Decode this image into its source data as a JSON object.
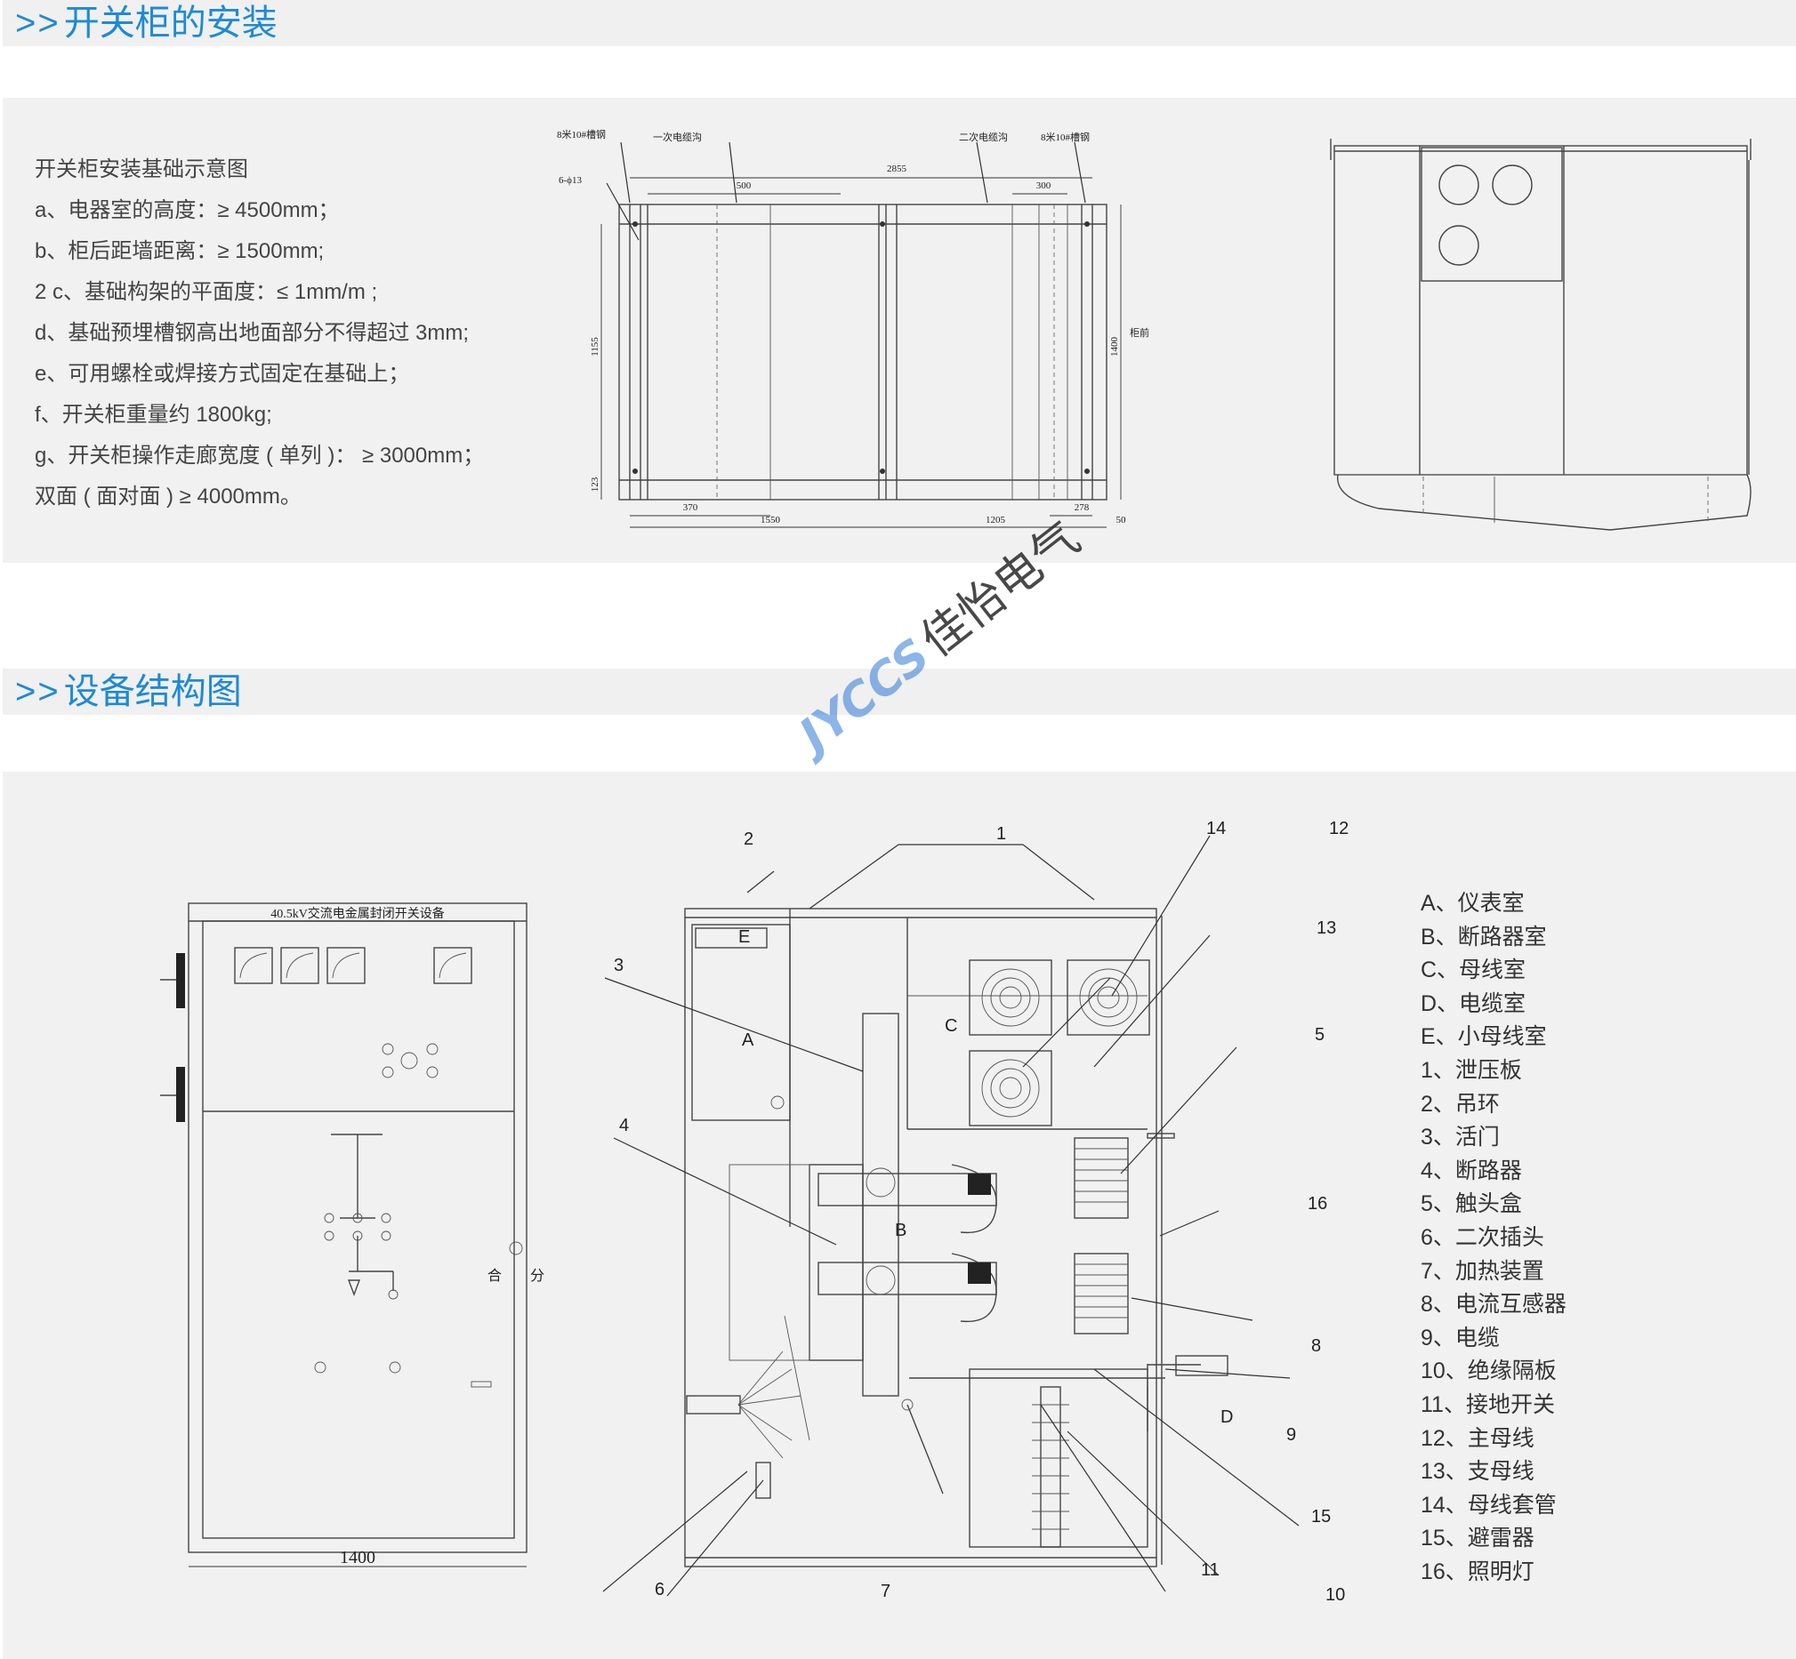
{
  "sections": {
    "install": {
      "chevrons": ">>",
      "title": "开关柜的安装"
    },
    "structure": {
      "chevrons": ">>",
      "title": "设备结构图"
    }
  },
  "install_specs": [
    "开关柜安装基础示意图",
    "a、电器室的高度：≥ 4500mm；",
    "b、柜后距墙距离：≥ 1500mm;",
    "2 c、基础构架的平面度：≤ 1mm/m ;",
    "d、基础预埋槽钢高出地面部分不得超过 3mm;",
    "e、可用螺栓或焊接方式固定在基础上；",
    "f、开关柜重量约 1800kg;",
    "g、开关柜操作走廊宽度 ( 单列 )： ≥ 3000mm；",
    "双面 ( 面对面 ) ≥ 4000mm。"
  ],
  "foundation_drawing": {
    "callouts": {
      "channel_left": "8米10#槽钢",
      "cable_primary": "一次电缆沟",
      "cable_secondary": "二次电缆沟",
      "channel_right": "8米10#槽钢",
      "holes": "6-ϕ13",
      "front": "柜前"
    },
    "dimensions": {
      "total_width": "2855",
      "primary_trench": "500",
      "secondary_trench": "300",
      "depth_inner": "1155",
      "depth_total": "1400",
      "bottom_offset": "123",
      "b370": "370",
      "b1550": "1550",
      "b1205": "1205",
      "b278": "278",
      "b50": "50"
    }
  },
  "front_view": {
    "nameplate": "40.5kV交流电金属封闭开关设备",
    "close_label": "合",
    "open_label": "分",
    "width_dim": "1400"
  },
  "section_view": {
    "letters": {
      "A": "A",
      "B": "B",
      "C": "C",
      "D": "D",
      "E": "E"
    },
    "numbers": [
      "1",
      "2",
      "3",
      "4",
      "5",
      "6",
      "7",
      "8",
      "9",
      "10",
      "11",
      "12",
      "13",
      "14",
      "15",
      "16"
    ]
  },
  "watermark": {
    "logo": "JYCCS",
    "company": "佳怡电气"
  },
  "legend": [
    "A、仪表室",
    "B、断路器室",
    "C、母线室",
    "D、电缆室",
    "E、小母线室",
    "1、泄压板",
    "2、吊环",
    "3、活门",
    "4、断路器",
    "5、触头盒",
    "6、二次插头",
    "7、加热装置",
    "8、电流互感器",
    "9、电缆",
    "10、绝缘隔板",
    "11、接地开关",
    "12、主母线",
    "13、支母线",
    "14、母线套管",
    "15、避雷器",
    "16、照明灯"
  ]
}
